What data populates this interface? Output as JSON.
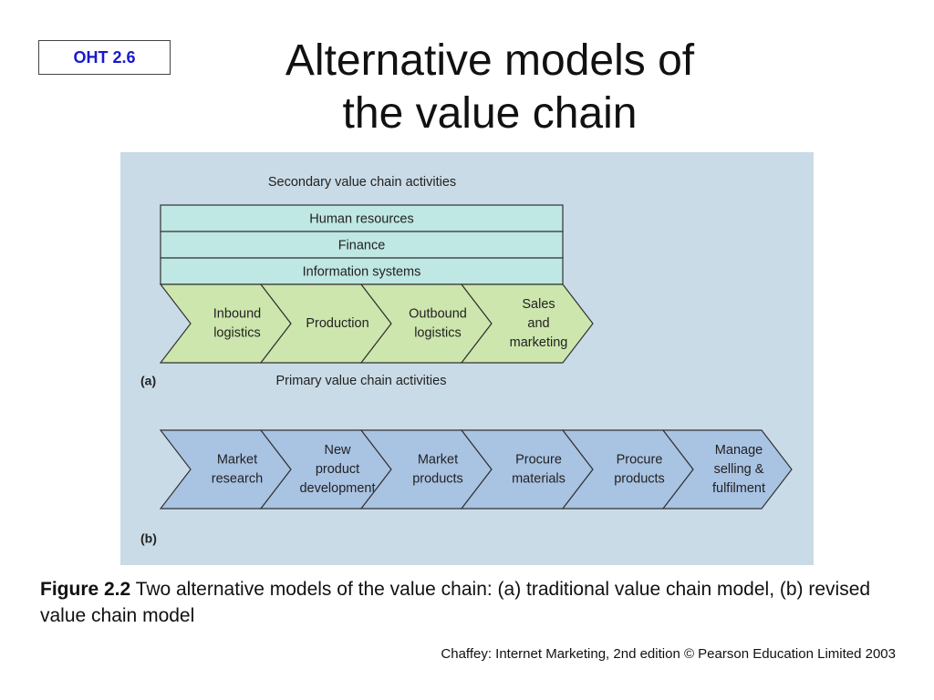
{
  "badge": {
    "label": "OHT 2.6"
  },
  "title": {
    "line1": "Alternative models of",
    "line2": "the value chain"
  },
  "diagram": {
    "secondary_heading": "Secondary value chain activities",
    "secondary_bars": [
      "Human resources",
      "Finance",
      "Information systems"
    ],
    "primary_steps": [
      [
        "Inbound",
        "logistics"
      ],
      [
        "Production"
      ],
      [
        "Outbound",
        "logistics"
      ],
      [
        "Sales",
        "and",
        "marketing"
      ]
    ],
    "label_a": "(a)",
    "primary_heading": "Primary value chain activities",
    "revised_steps": [
      [
        "Market",
        "research"
      ],
      [
        "New",
        "product",
        "development"
      ],
      [
        "Market",
        "products"
      ],
      [
        "Procure",
        "materials"
      ],
      [
        "Procure",
        "products"
      ],
      [
        "Manage",
        "selling &",
        "fulfilment"
      ]
    ],
    "label_b": "(b)",
    "colors": {
      "panel_bg": "#c9dbe6",
      "secondary_fill": "#bfe7e3",
      "primary_fill": "#cde6ad",
      "revised_fill": "#a9c3e3",
      "stroke": "#333333"
    }
  },
  "caption": {
    "figure_number": "Figure 2.2",
    "text": " Two alternative models of the value chain: (a) traditional value chain model, (b) revised value chain model"
  },
  "credit": {
    "text": "Chaffey: Internet Marketing, 2nd edition © Pearson Education Limited 2003"
  }
}
